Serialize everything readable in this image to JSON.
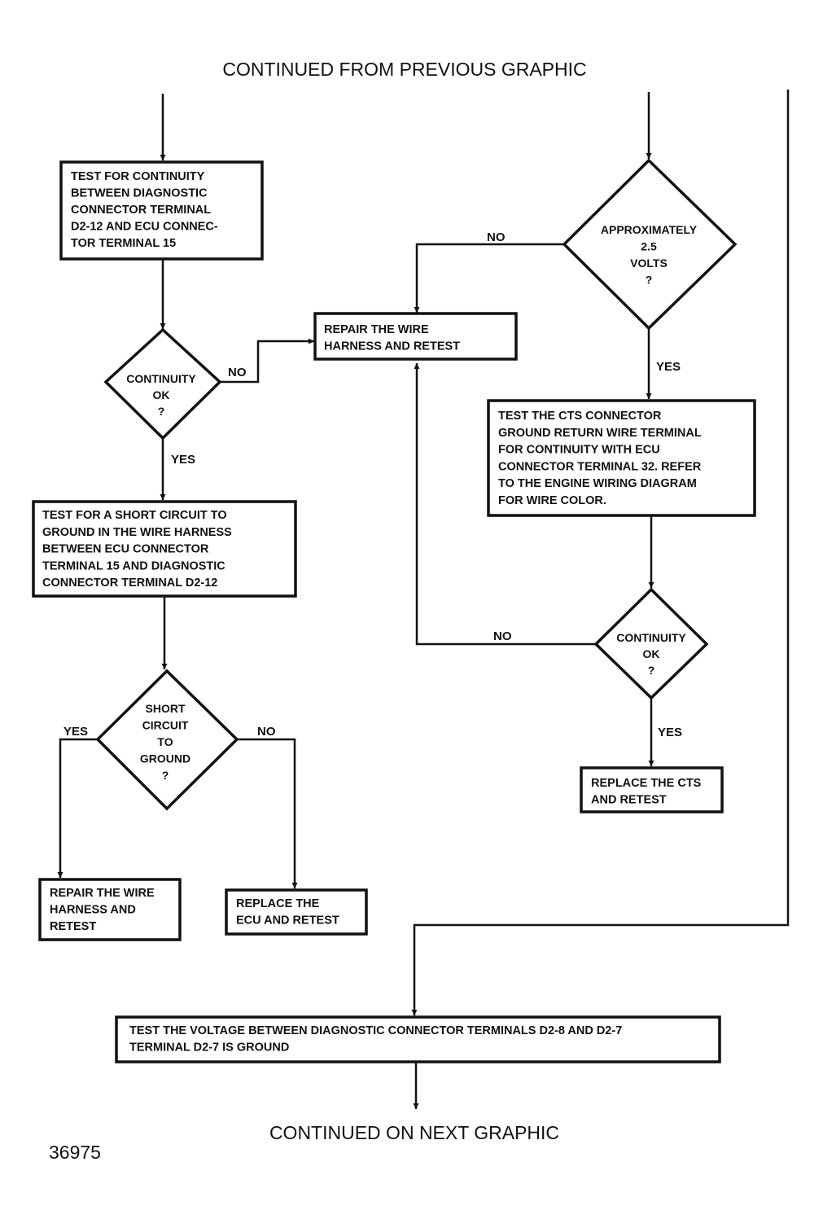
{
  "header": "CONTINUED FROM PREVIOUS GRAPHIC",
  "footer": "CONTINUED ON NEXT GRAPHIC",
  "figure_number": "36975",
  "boxes": {
    "test_continuity": [
      "TEST FOR CONTINUITY",
      "BETWEEN DIAGNOSTIC",
      "CONNECTOR TERMINAL",
      "D2-12 AND ECU CONNEC-",
      "TOR TERMINAL 15"
    ],
    "test_short": [
      "TEST FOR A SHORT CIRCUIT TO",
      "GROUND IN THE WIRE HARNESS",
      "BETWEEN ECU CONNECTOR",
      "TERMINAL 15 AND DIAGNOSTIC",
      "CONNECTOR TERMINAL D2-12"
    ],
    "repair_left": [
      "REPAIR THE WIRE",
      "HARNESS AND",
      "RETEST"
    ],
    "replace_ecu": [
      "REPLACE THE",
      "ECU AND RETEST"
    ],
    "repair_mid": [
      "REPAIR THE WIRE",
      "HARNESS AND RETEST"
    ],
    "test_cts": [
      "TEST THE CTS CONNECTOR",
      "GROUND RETURN WIRE TERMINAL",
      "FOR CONTINUITY WITH ECU",
      "CONNECTOR TERMINAL 32. REFER",
      "TO THE ENGINE WIRING DIAGRAM",
      "FOR WIRE COLOR."
    ],
    "replace_cts": [
      "REPLACE THE CTS",
      "AND RETEST"
    ],
    "test_voltage": [
      "TEST THE VOLTAGE BETWEEN DIAGNOSTIC CONNECTOR TERMINALS D2-8 AND D2-7",
      "TERMINAL D2-7 IS GROUND"
    ]
  },
  "decisions": {
    "continuity_left": [
      "CONTINUITY",
      "OK",
      "?"
    ],
    "short_circuit": [
      "SHORT",
      "CIRCUIT",
      "TO",
      "GROUND",
      "?"
    ],
    "approx_volts": [
      "APPROXIMATELY",
      "2.5",
      "VOLTS",
      "?"
    ],
    "continuity_right": [
      "CONTINUITY",
      "OK",
      "?"
    ]
  },
  "labels": {
    "no_cont_left": "NO",
    "yes_cont_left": "YES",
    "yes_short": "YES",
    "no_short": "NO",
    "no_volts": "NO",
    "yes_volts": "YES",
    "no_cont_right": "NO",
    "yes_cont_right": "YES"
  }
}
